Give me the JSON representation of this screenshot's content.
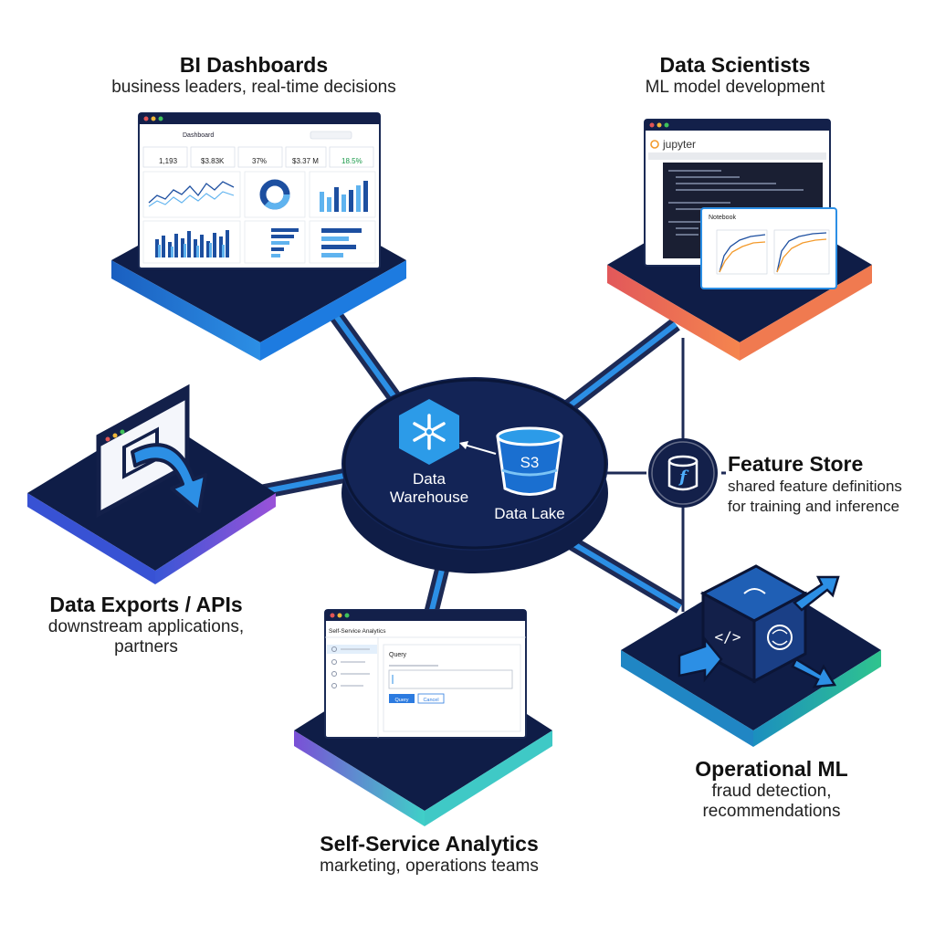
{
  "hub": {
    "warehouse_label_1": "Data",
    "warehouse_label_2": "Warehouse",
    "lake_label": "Data Lake",
    "lake_icon_text": "S3"
  },
  "nodes": {
    "bi": {
      "title": "BI Dashboards",
      "subtitle": "business leaders, real-time decisions"
    },
    "ds": {
      "title": "Data Scientists",
      "subtitle": "ML model development"
    },
    "fs": {
      "title": "Feature Store",
      "subtitle_1": "shared feature definitions",
      "subtitle_2": "for training and inference"
    },
    "exports": {
      "title": "Data Exports / APIs",
      "subtitle_1": "downstream applications,",
      "subtitle_2": "partners"
    },
    "ops": {
      "title": "Operational ML",
      "subtitle_1": "fraud detection,",
      "subtitle_2": "recommendations"
    },
    "ssa": {
      "title": "Self-Service Analytics",
      "subtitle": "marketing, operations teams"
    }
  },
  "bi_screen": {
    "app_title": "Dashboard",
    "kpis": [
      "1,193",
      "$3.83K",
      "37%",
      "$3.37 M",
      "18.5%"
    ]
  },
  "ds_screen": {
    "app_title": "jupyter",
    "notebook_title": "Notebook"
  },
  "ssa_screen": {
    "app_title": "Self-Service Analytics",
    "panel_title": "Query",
    "run_label": "Query",
    "cancel_label": "Cancel"
  },
  "colors": {
    "navy": "#13204a",
    "navy_dark": "#0b1536",
    "blue": "#1f86d6",
    "bright_blue": "#2e9bea",
    "coral": "#ee6b55",
    "purple": "#8b55d8",
    "teal": "#3cc4c4",
    "green": "#2bb38a"
  }
}
